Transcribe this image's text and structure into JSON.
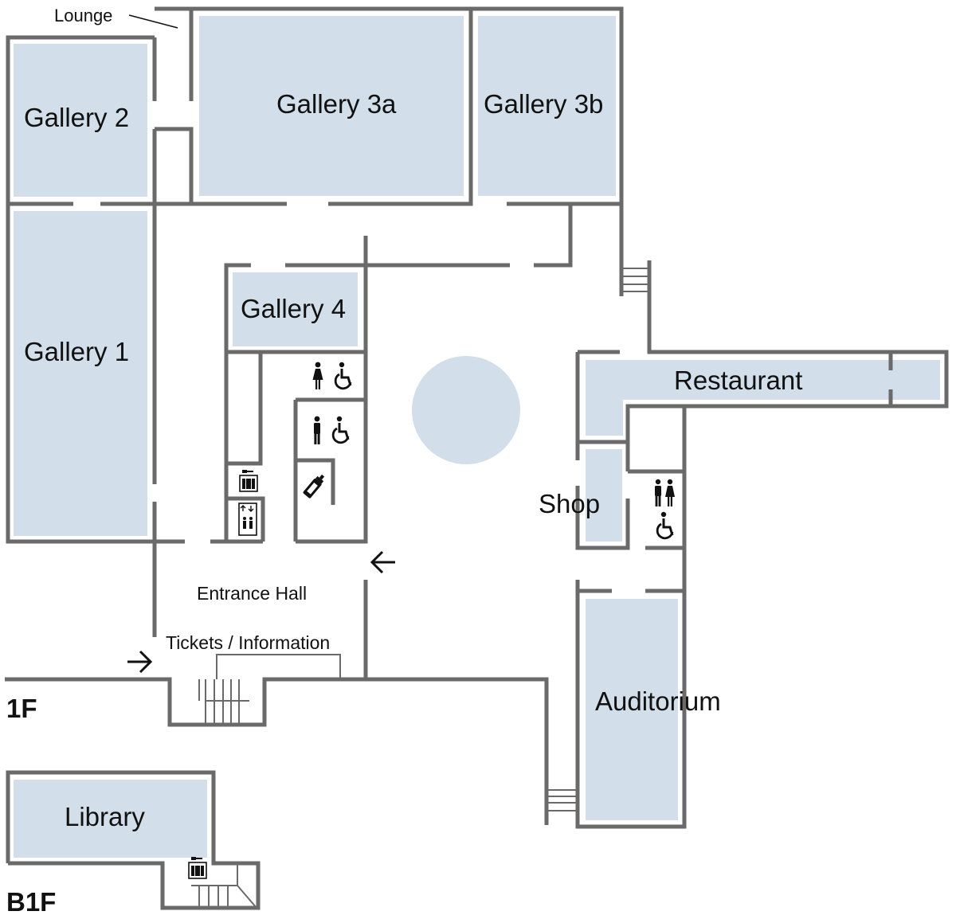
{
  "colors": {
    "room_fill": "#d2deea",
    "wall": "#6a6a6a",
    "text": "#111111",
    "background": "#ffffff"
  },
  "floors": {
    "ground": "1F",
    "basement": "B1F"
  },
  "rooms": {
    "lounge": "Lounge",
    "gallery_2": "Gallery 2",
    "gallery_3a": "Gallery 3a",
    "gallery_3b": "Gallery 3b",
    "gallery_1": "Gallery 1",
    "gallery_4": "Gallery 4",
    "restaurant": "Restaurant",
    "shop": "Shop",
    "auditorium": "Auditorium",
    "entrance_hall": "Entrance Hall",
    "tickets": "Tickets / Information",
    "library": "Library"
  },
  "facilities": [
    {
      "name": "womens-restroom",
      "icon": "woman-icon"
    },
    {
      "name": "accessible-restroom",
      "icon": "wheelchair-icon"
    },
    {
      "name": "mens-restroom",
      "icon": "man-icon"
    },
    {
      "name": "baby-care-room",
      "icon": "baby-bottle-icon"
    },
    {
      "name": "coin-lockers",
      "icon": "locker-icon"
    },
    {
      "name": "elevator",
      "icon": "elevator-icon"
    },
    {
      "name": "restrooms",
      "icon": "restroom-icon"
    },
    {
      "name": "entrance",
      "icon": "arrow-right-icon"
    },
    {
      "name": "exit-to-courtyard",
      "icon": "arrow-left-icon"
    }
  ]
}
